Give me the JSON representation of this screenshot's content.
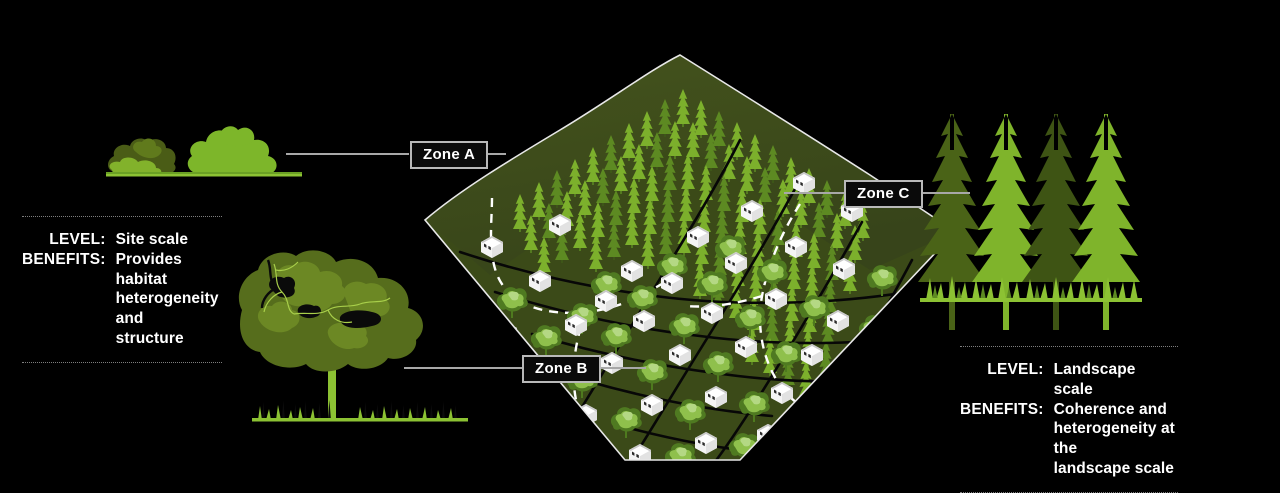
{
  "background": "#000000",
  "palette": {
    "bright_green": "#7fb32a",
    "mid_green": "#6f9a2a",
    "dark_olive": "#3d4a18",
    "terrain": "#3b4a18",
    "terrain_edge": "#e8e8e8",
    "road": "#050505",
    "house_face": "#ffffff",
    "house_shade": "#d2d2d2",
    "label_border": "#b9b9b9",
    "rule": "#7e7e7e",
    "leader": "#a8a8a8"
  },
  "zones": [
    {
      "id": "zone-a",
      "label": "Zone A"
    },
    {
      "id": "zone-b",
      "label": "Zone B"
    },
    {
      "id": "zone-c",
      "label": "Zone C"
    }
  ],
  "info_blocks": [
    {
      "id": "site-scale",
      "align": "left",
      "rows": [
        {
          "key": "LEVEL:",
          "value_lines": [
            "Site scale"
          ]
        },
        {
          "key": "BENEFITS:",
          "value_lines": [
            "Provides habitat",
            "heterogeneity and",
            "structure"
          ]
        }
      ]
    },
    {
      "id": "landscape-scale",
      "align": "right",
      "rows": [
        {
          "key": "LEVEL:",
          "value_lines": [
            "Landscape scale"
          ]
        },
        {
          "key": "BENEFITS:",
          "value_lines": [
            "Coherence and",
            "heterogeneity at the",
            "landscape scale"
          ]
        }
      ]
    }
  ],
  "illustrations": [
    {
      "id": "shrubs",
      "name": "shrub-cluster-illustration",
      "zone": "Zone A"
    },
    {
      "id": "broadleaf-tree",
      "name": "broadleaf-tree-illustration",
      "zone": "Zone B"
    },
    {
      "id": "conifer-stand",
      "name": "conifer-stand-illustration",
      "zone": "Zone C"
    }
  ],
  "terrain": {
    "name": "isometric-landscape-block",
    "description": "Isometric olive-green landscape slab with forested ridge, suburban housing grid, roads and dashed zone boundaries",
    "features": [
      "conifer-forest",
      "deciduous-trees",
      "white-houses",
      "roads",
      "dashed-zone-boundaries"
    ]
  }
}
